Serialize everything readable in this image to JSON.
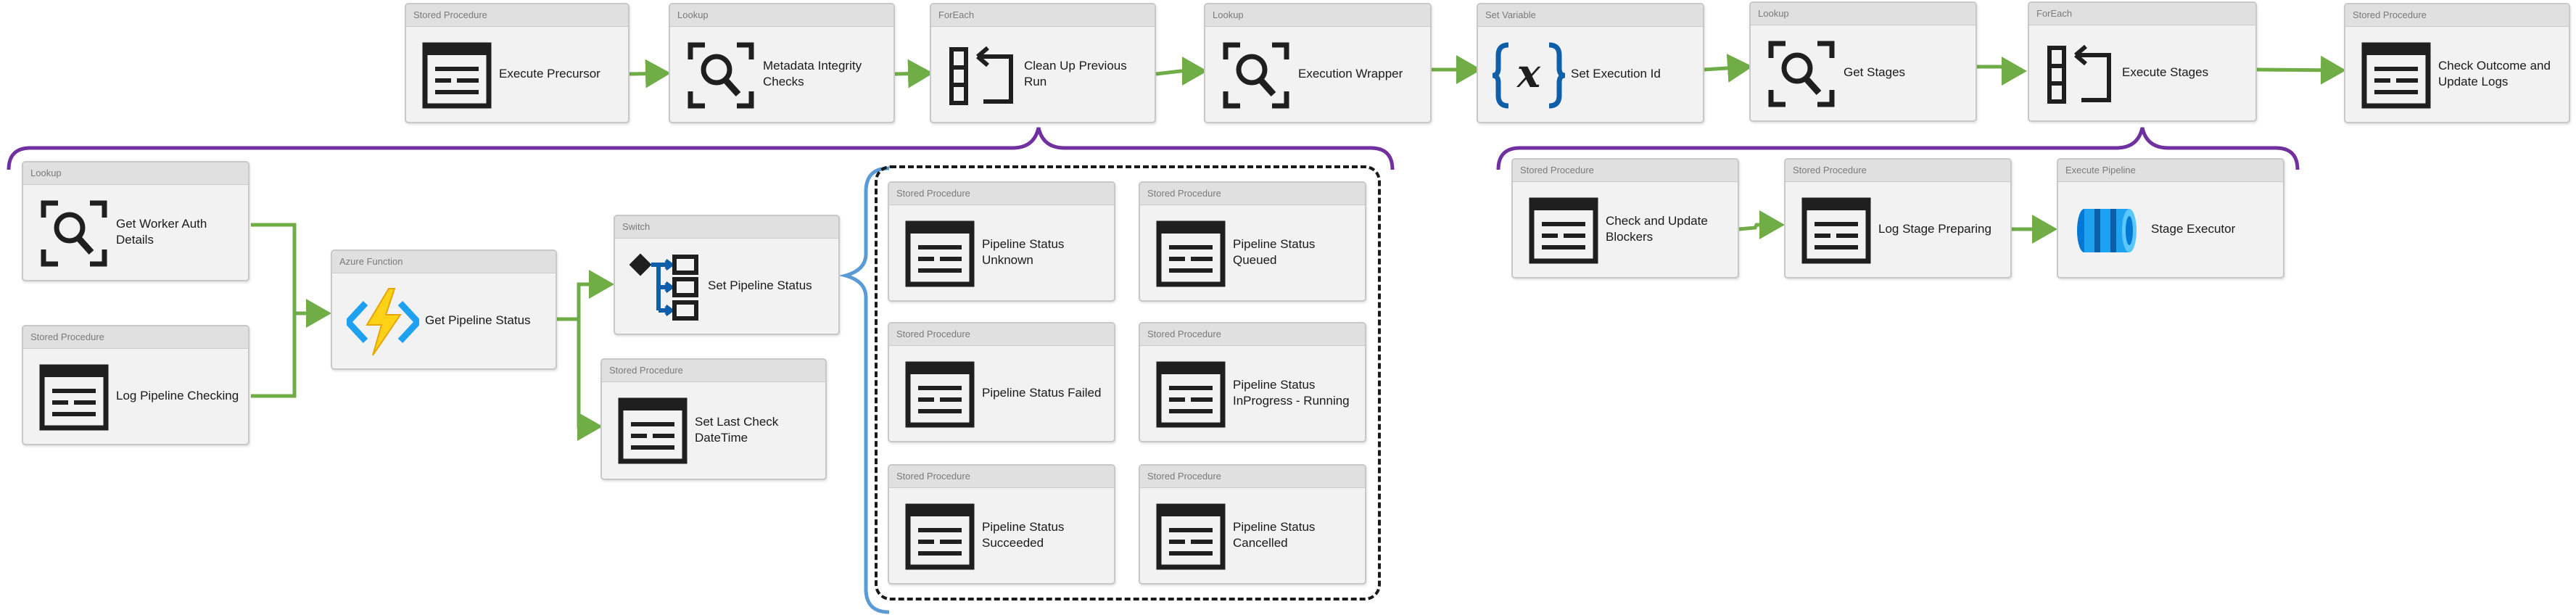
{
  "diagram": {
    "top_row": [
      {
        "type": "Stored Procedure",
        "name": "Execute Precursor",
        "icon": "stored-procedure-icon"
      },
      {
        "type": "Lookup",
        "name": "Metadata Integrity Checks",
        "icon": "lookup-icon"
      },
      {
        "type": "ForEach",
        "name": "Clean Up Previous Run",
        "icon": "foreach-icon"
      },
      {
        "type": "Lookup",
        "name": "Execution Wrapper",
        "icon": "lookup-icon"
      },
      {
        "type": "Set Variable",
        "name": "Set Execution Id",
        "icon": "set-variable-icon"
      },
      {
        "type": "Lookup",
        "name": "Get Stages",
        "icon": "lookup-icon"
      },
      {
        "type": "ForEach",
        "name": "Execute Stages",
        "icon": "foreach-icon"
      },
      {
        "type": "Stored Procedure",
        "name": "Check Outcome and Update Logs",
        "icon": "stored-procedure-icon"
      }
    ],
    "cleanup_inner": [
      {
        "type": "Lookup",
        "name": "Get Worker Auth Details",
        "icon": "lookup-icon"
      },
      {
        "type": "Stored Procedure",
        "name": "Log Pipeline Checking",
        "icon": "stored-procedure-icon"
      },
      {
        "type": "Azure Function",
        "name": "Get Pipeline Status",
        "icon": "azure-function-icon"
      },
      {
        "type": "Switch",
        "name": "Set Pipeline Status",
        "icon": "switch-icon"
      },
      {
        "type": "Stored Procedure",
        "name": "Set Last Check DateTime",
        "icon": "stored-procedure-icon"
      }
    ],
    "switch_cases": [
      {
        "type": "Stored Procedure",
        "name": "Pipeline Status Unknown",
        "icon": "stored-procedure-icon"
      },
      {
        "type": "Stored Procedure",
        "name": "Pipeline Status Queued",
        "icon": "stored-procedure-icon"
      },
      {
        "type": "Stored Procedure",
        "name": "Pipeline Status Failed",
        "icon": "stored-procedure-icon"
      },
      {
        "type": "Stored Procedure",
        "name": "Pipeline Status InProgress - Running",
        "icon": "stored-procedure-icon"
      },
      {
        "type": "Stored Procedure",
        "name": "Pipeline Status Succeeded",
        "icon": "stored-procedure-icon"
      },
      {
        "type": "Stored Procedure",
        "name": "Pipeline Status Cancelled",
        "icon": "stored-procedure-icon"
      }
    ],
    "stages_inner": [
      {
        "type": "Stored Procedure",
        "name": "Check and Update Blockers",
        "icon": "stored-procedure-icon"
      },
      {
        "type": "Stored Procedure",
        "name": "Log Stage Preparing",
        "icon": "stored-procedure-icon"
      },
      {
        "type": "Execute Pipeline",
        "name": "Stage Executor",
        "icon": "execute-pipeline-icon"
      }
    ],
    "colors": {
      "arrow": "#70ad47",
      "foreach_bracket": "#7030a0",
      "switch_bracket": "#5b9bd5",
      "icon_dark": "#1f1f1f",
      "variable_blue": "#0f5fa8",
      "function_yellow": "#fcd116",
      "function_blue": "#1ea1f1",
      "pipeline_blue": "#0078d4"
    }
  }
}
